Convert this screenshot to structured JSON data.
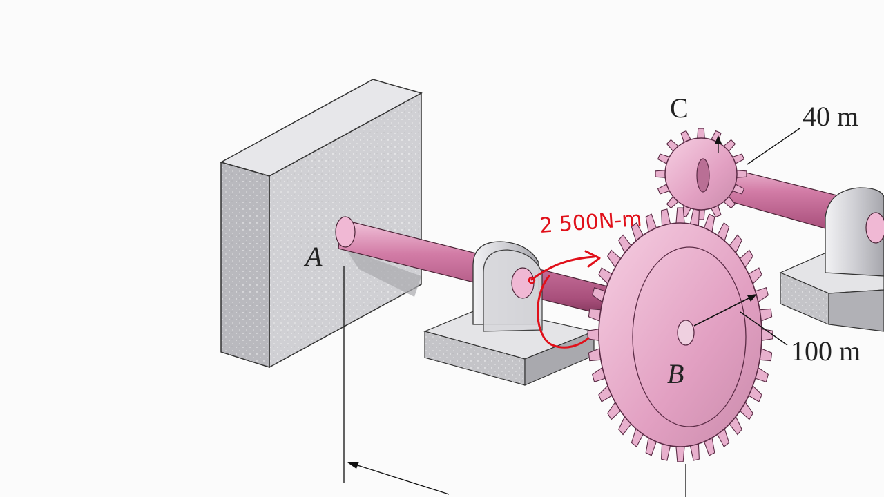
{
  "labels": {
    "point_a": "A",
    "point_b": "B",
    "point_c": "C",
    "gear_c_radius": "40 m",
    "gear_b_radius": "100 m",
    "bottom_dimension": "",
    "annotation_torque": "2 500N-m"
  },
  "colors": {
    "shaft": "#c86a96",
    "gear": "#e6a4c6",
    "wall": "#c9c9cc",
    "bearing": "#cfd0d4",
    "ink": "#e0101a"
  }
}
